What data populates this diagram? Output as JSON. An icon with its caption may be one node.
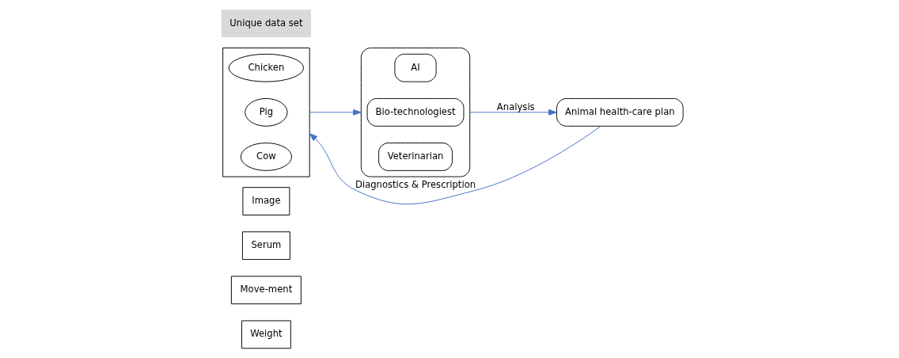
{
  "diagram": {
    "nodes": [
      {
        "text": [
          "Weight"
        ]
      },
      {
        "text": [
          "Move-ment"
        ]
      },
      {
        "text": [
          "Serum"
        ]
      },
      {
        "text": [
          "Image"
        ]
      },
      {
        "text": [],
        "shape": "house"
      },
      {
        "text": [
          "Chicken"
        ],
        "in": 4
      },
      {
        "text": [
          "Pig"
        ],
        "in": 4
      },
      {
        "text": [
          "Cow"
        ],
        "in": 4
      },
      {
        "text": [],
        "shape": "cloud"
      },
      {
        "text": [
          "AI"
        ],
        "in": 8
      },
      {
        "text": [
          "Bio-technologiest"
        ],
        "in": 8
      },
      {
        "text": [
          "Veterinarian"
        ],
        "in": 8
      },
      {
        "text": [
          "Animal health-care plan"
        ]
      }
    ],
    "edges": [
      {
        "from": 4,
        "to": 8,
        "arrow": "to"
      },
      {
        "from": 8,
        "to": 12,
        "arrow": "to",
        "label": "Analysis"
      },
      {
        "from": 12,
        "to": 4,
        "arrow": "to",
        "label": "Diagnostics & Prescription"
      }
    ],
    "labels": [
      "Unique data set"
    ]
  }
}
